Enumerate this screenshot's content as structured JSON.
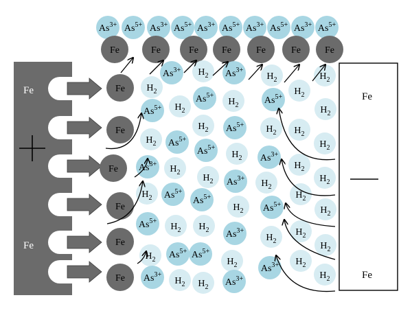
{
  "anode": {
    "label_top": "Fe",
    "label_bottom": "Fe",
    "sign": "+",
    "fill_color": "#6b6b6b"
  },
  "cathode": {
    "label_top": "Fe",
    "label_bottom": "Fe",
    "sign": "—"
  },
  "colors": {
    "fe_ball": "#6b6b6b",
    "arsenic_ball": "#a8d6e3",
    "hydrogen_ball": "#d7ecf2",
    "arrow_fill": "#6b6b6b",
    "line": "#000000"
  },
  "texts": {
    "fe": "Fe",
    "as3": "As",
    "as3_sup": "3+",
    "as5": "As",
    "as5_sup": "5+",
    "h2": "H",
    "h2_sub": "2"
  },
  "species_grid": {
    "top_row": [
      "As3+",
      "As5+",
      "As3+",
      "As5+",
      "As3+",
      "As5+",
      "As3+",
      "As5+",
      "As3+",
      "As5+"
    ],
    "top_fe_count": 7,
    "anode_fe_count": 6,
    "anode_arrow_count": 6,
    "cathode_arrow_count": 5
  }
}
